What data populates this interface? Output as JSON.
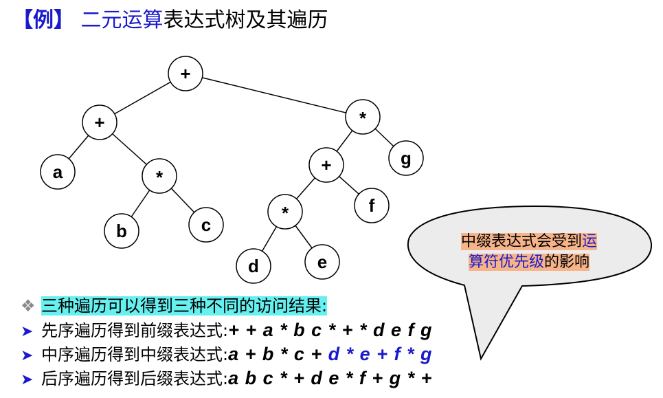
{
  "title": {
    "bracket": "【例】",
    "part_blue": "二元运算",
    "part_black": "表达式树及其遍历"
  },
  "tree": {
    "nodes": {
      "root": "+",
      "l": "+",
      "la": "a",
      "lm": "*",
      "lb": "b",
      "lc": "c",
      "r": "*",
      "rp": "+",
      "rg": "g",
      "rm": "*",
      "rf": "f",
      "rd": "d",
      "re": "e"
    }
  },
  "callout": {
    "part1": "中缀表达式会受到",
    "part2": "运",
    "part3": "算符优先级",
    "part4": "的影响"
  },
  "bullets": {
    "heading": "三种遍历可以得到三种不同的访问结果:",
    "pre_label": "先序遍历得到前缀表达式:",
    "pre_expr": "+ + a * b c * + * d e f g",
    "in_label": "中序遍历得到中缀表达式:",
    "in_expr_black": "a + b * c + ",
    "in_expr_blue": "d * e + f * g",
    "post_label": "后序遍历得到后缀表达式:",
    "post_expr": "a b c * + d e * f + g * +"
  },
  "icons": {
    "heading_icon": "diamond-bullet-icon",
    "line_icon": "arrow-bullet-icon"
  },
  "colors": {
    "blue": "#1a1acc",
    "cyan_highlight": "#66f0f0",
    "orange_highlight": "#f7b48a",
    "bubble_fill": "#ececec"
  }
}
